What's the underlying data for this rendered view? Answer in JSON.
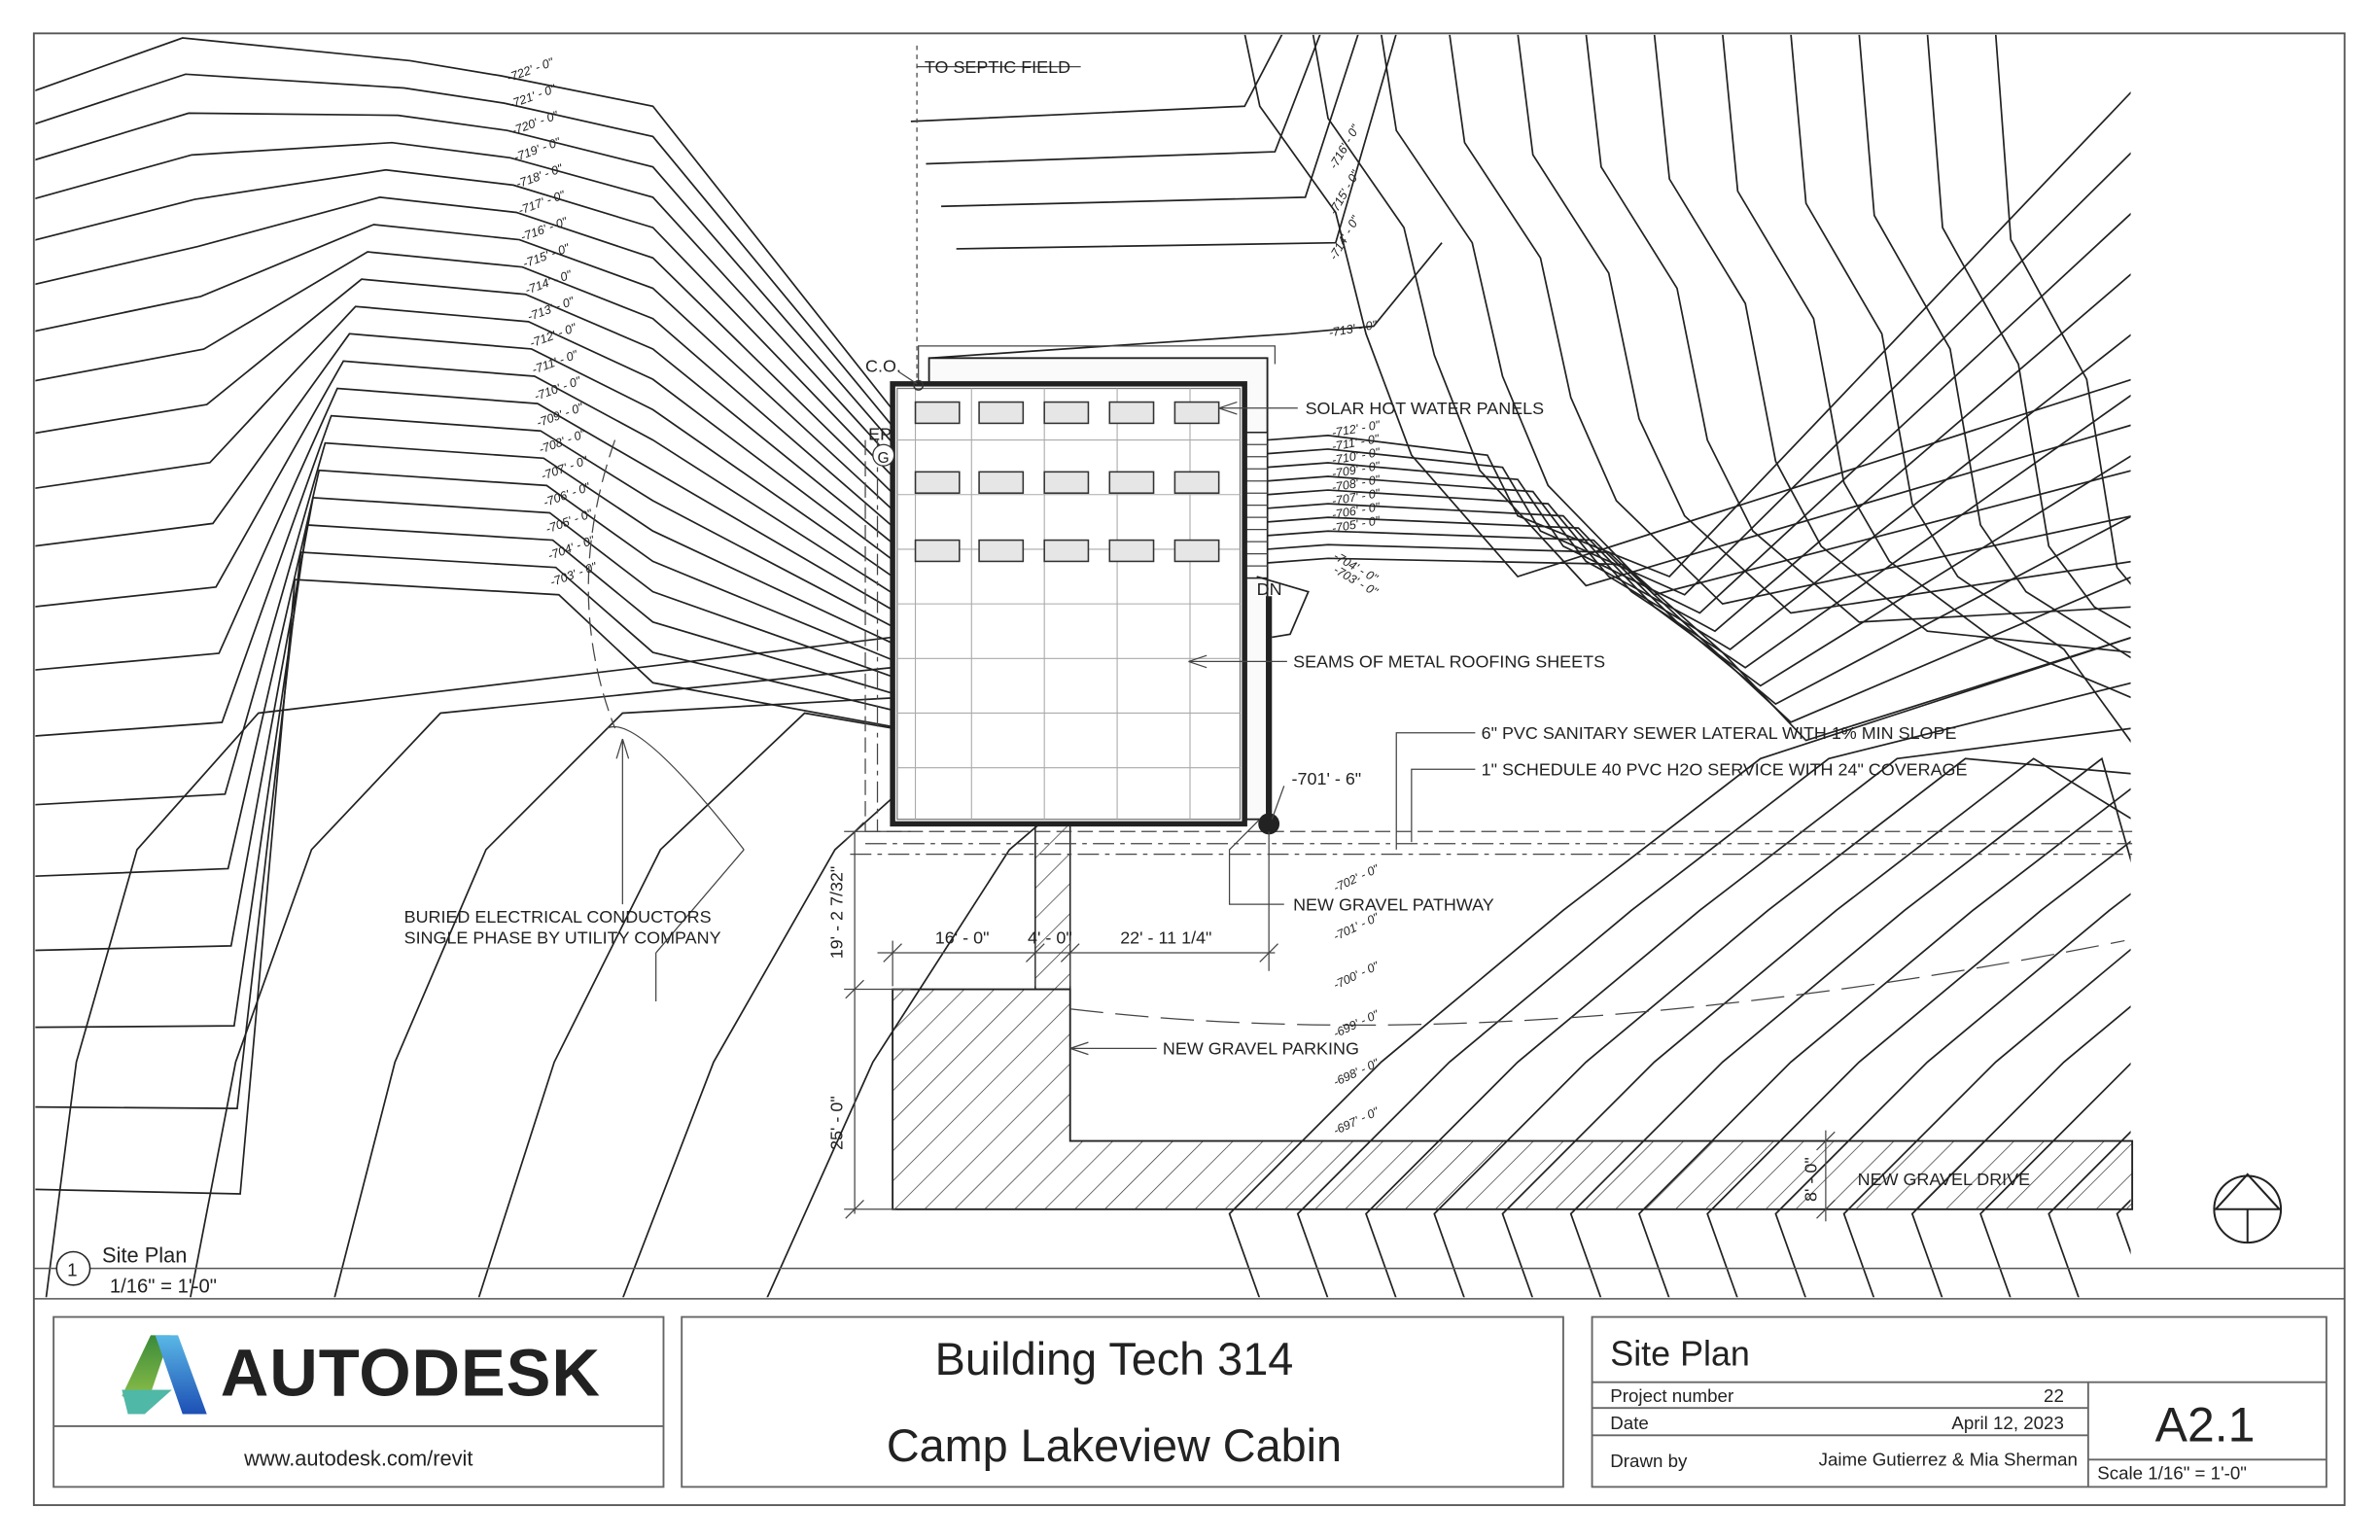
{
  "sheet": {
    "view_number": "1",
    "view_title": "Site Plan",
    "view_scale": "1/16\" = 1'-0\"",
    "logo_text": "AUTODESK",
    "logo_url": "www.autodesk.com/revit",
    "course": "Building Tech 314",
    "project_name": "Camp Lakeview Cabin",
    "sheet_name": "Site Plan",
    "project_number_label": "Project number",
    "project_number": "22",
    "date_label": "Date",
    "date": "April 12, 2023",
    "drawn_by_label": "Drawn by",
    "drawn_by": "Jaime Gutierrez & Mia Sherman",
    "sheet_number": "A2.1",
    "scale_label": "Scale",
    "scale": "1/16\" = 1'-0\""
  },
  "annotations": {
    "septic": "TO SEPTIC FIELD",
    "co": "C.O.",
    "ep": "EP",
    "g": "G",
    "solar": "SOLAR HOT WATER PANELS",
    "dn": "DN",
    "seams": "SEAMS OF METAL ROOFING SHEETS",
    "sewer": "6\" PVC SANITARY SEWER LATERAL WITH 1% MIN SLOPE",
    "water": "1\" SCHEDULE 40 PVC H2O SERVICE WITH 24\" COVERAGE",
    "spot_elev": "-701' - 6\"",
    "pathway": "NEW GRAVEL PATHWAY",
    "parking": "NEW GRAVEL PARKING",
    "drive": "NEW GRAVEL DRIVE",
    "electrical_1": "BURIED ELECTRICAL CONDUCTORS",
    "electrical_2": "SINGLE PHASE BY UTILITY COMPANY"
  },
  "dimensions": {
    "d1": "16' - 0\"",
    "d2": "4' - 0\"",
    "d3": "22' - 11 1/4\"",
    "d4": "19' - 2 7/32\"",
    "d5": "25' - 0\"",
    "d6": "8' - 0\""
  },
  "contours": {
    "left": [
      "-722' - 0\"",
      "-721' - 0\"",
      "-720' - 0\"",
      "-719' - 0\"",
      "-718' - 0\"",
      "-717' - 0\"",
      "-716' - 0\"",
      "-715' - 0\"",
      "-714' - 0\"",
      "-713' - 0\"",
      "-712' - 0\"",
      "-711' - 0\"",
      "-710' - 0\"",
      "-709' - 0\"",
      "-708' - 0\"",
      "-707' - 0\"",
      "-706' - 0\"",
      "-705' - 0\"",
      "-704' - 0\"",
      "-703' - 0\""
    ],
    "upper_right": [
      "-716' - 0\"",
      "-715' - 0\"",
      "-714' - 0\"",
      "-713' - 0\""
    ],
    "near_building": [
      "-712' - 0\"",
      "-711' - 0\"",
      "-710' - 0\"",
      "-709' - 0\"",
      "-708' - 0\"",
      "-707' - 0\"",
      "-706' - 0\"",
      "-705' - 0\"",
      "-704' - 0\"",
      "-703' - 0\""
    ],
    "lower_right": [
      "-702' - 0\"",
      "-701' - 0\"",
      "-700' - 0\"",
      "-699' - 0\"",
      "-698' - 0\"",
      "-697' - 0\""
    ]
  },
  "colors": {
    "line": "#222222",
    "panel": "#e6e6e6",
    "logo_green": "#7bb33e",
    "logo_blue": "#1f6fc4",
    "logo_teal": "#4fb8a6"
  }
}
